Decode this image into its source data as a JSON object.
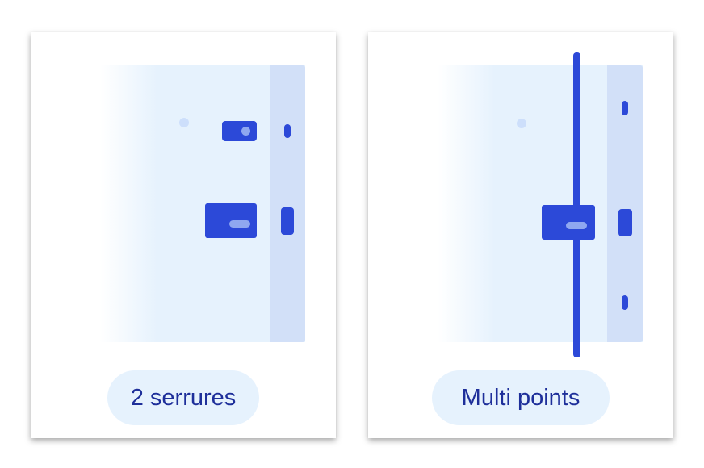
{
  "cards": [
    {
      "id": "two-locks",
      "label": "2 serrures"
    },
    {
      "id": "multi-point",
      "label": "Multi points"
    }
  ],
  "colors": {
    "accent": "#2c49d8",
    "door": "#e6f2fd",
    "frame": "#d2e0f8",
    "label_text": "#1e2f9a",
    "pill_bg": "#e6f2fd"
  }
}
